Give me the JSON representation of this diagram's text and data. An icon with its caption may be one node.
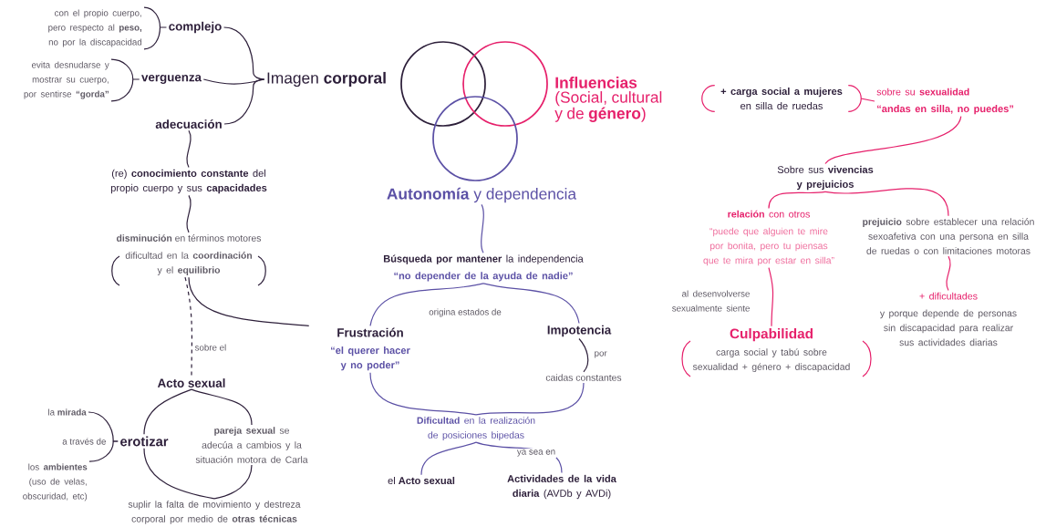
{
  "diagram": {
    "nodes": [
      {
        "text": [
          "Imagen **corporal**"
        ]
      },
      {
        "text": [],
        "shape": "circle"
      },
      {
        "text": [],
        "shape": "circle"
      },
      {
        "text": [],
        "shape": "circle"
      },
      {
        "text": [
          "**Influencias** (Social, cultural y de **género**)"
        ]
      },
      {
        "text": [
          "**Autonomía** y dependencia"
        ]
      },
      {
        "text": [
          "complejo"
        ]
      },
      {
        "text": [
          "con el propio cuerpo, pero respecto al **peso,** no por la discapacidad"
        ]
      },
      {
        "text": [
          "verguenza"
        ]
      },
      {
        "text": [
          "evita desnudarse y mostrar su cuerpo, por sentirse **“gorda”**"
        ]
      },
      {
        "text": [
          "adecuación"
        ]
      },
      {
        "text": [
          "(re) **conocimiento constante** del propio cuerpo y sus **capacidades**"
        ]
      },
      {
        "text": [
          "**disminución** en términos motores"
        ]
      },
      {
        "text": [
          "dificultad en la **coordinación** y el **equilibrio**"
        ]
      },
      {
        "text": [
          "Acto sexual"
        ]
      },
      {
        "text": [
          "erotizar"
        ]
      },
      {
        "text": [
          "la **mirada**"
        ]
      },
      {
        "text": [
          "los **ambientes** (uso de velas, obscuridad, etc)"
        ]
      },
      {
        "text": [
          "**pareja sexual** se adecúa a cambios y la situación motora de Carla"
        ]
      },
      {
        "text": [
          "suplir la falta de movimiento y destreza corporal por medio de **otras técnicas**"
        ]
      },
      {
        "text": [
          "**Búsqueda por mantener** la independencia",
          "“no depender de la ayuda de nadie”"
        ]
      },
      {
        "text": [
          "Frustración",
          "“el querer hacer y no poder”"
        ]
      },
      {
        "text": [
          "Impotencia"
        ]
      },
      {
        "text": [
          "caidas constantes"
        ]
      },
      {
        "text": [
          "**Dificultad** en la realización de posiciones bipedas"
        ]
      },
      {
        "text": [
          "el **Acto sexual**"
        ]
      },
      {
        "text": [
          "**Actividades de la vida diaria** (AVDb y AVDi)"
        ]
      },
      {
        "text": [
          "**+ carga social a mujeres** en silla de ruedas"
        ]
      },
      {
        "text": [
          "sobre su **sexualidad**",
          "“andas en silla, no puedes”"
        ]
      },
      {
        "text": [
          "Sobre sus **vivencias y prejuicios**"
        ]
      },
      {
        "text": [
          "**relación** con otros",
          "“puede que alguien te mire por bonita, pero tu piensas que te mira por estar en silla”"
        ]
      },
      {
        "text": [
          "**prejuicio** sobre establecer una relación sexoafetiva con una persona en silla de ruedas o con limitaciones motoras"
        ]
      },
      {
        "text": [
          "Culpabilidad",
          "carga social y tabú sobre sexualidad + género + discapacidad"
        ]
      },
      {
        "text": [
          "+ dificultades",
          "y porque depende de personas sin discapacidad para realizar sus actividades diarias"
        ]
      }
    ],
    "edges": [
      {
        "from": 7,
        "to": 6,
        "arrow": "none"
      },
      {
        "from": 9,
        "to": 8,
        "arrow": "none"
      },
      {
        "from": 6,
        "to": 0,
        "arrow": "none"
      },
      {
        "from": 8,
        "to": 0,
        "arrow": "none"
      },
      {
        "from": 10,
        "to": 0,
        "arrow": "none"
      },
      {
        "from": 10,
        "to": 11,
        "arrow": "none"
      },
      {
        "from": 11,
        "to": 12,
        "arrow": "none"
      },
      {
        "from": 13,
        "to": 21,
        "arrow": "none"
      },
      {
        "from": 13,
        "to": 14,
        "arrow": "none",
        "style": "dashed",
        "label": "sobre el"
      },
      {
        "from": 14,
        "to": 15,
        "arrow": "none"
      },
      {
        "from": 14,
        "to": 18,
        "arrow": "none"
      },
      {
        "from": 16,
        "to": 15,
        "arrow": "none",
        "label": "a través de"
      },
      {
        "from": 17,
        "to": 15,
        "arrow": "none"
      },
      {
        "from": 15,
        "to": 19,
        "arrow": "none"
      },
      {
        "from": 18,
        "to": 19,
        "arrow": "none"
      },
      {
        "from": 5,
        "to": 20,
        "arrow": "none",
        "color": "#5b50a5"
      },
      {
        "from": 20,
        "to": 21,
        "arrow": "none",
        "color": "#5b50a5",
        "label": "origina estados de"
      },
      {
        "from": 20,
        "to": 22,
        "arrow": "none",
        "color": "#5b50a5"
      },
      {
        "from": 21,
        "to": 24,
        "arrow": "none",
        "color": "#5b50a5"
      },
      {
        "from": 23,
        "to": 24,
        "arrow": "none",
        "color": "#5b50a5"
      },
      {
        "from": 22,
        "to": 23,
        "arrow": "none",
        "label": "por"
      },
      {
        "from": 24,
        "to": 25,
        "arrow": "none",
        "color": "#5b50a5"
      },
      {
        "from": 24,
        "to": 26,
        "arrow": "none",
        "color": "#5b50a5",
        "label": "ya sea en"
      },
      {
        "from": 27,
        "to": 28,
        "arrow": "none",
        "color": "#e6206b"
      },
      {
        "from": 28,
        "to": 29,
        "arrow": "none",
        "color": "#e6206b"
      },
      {
        "from": 29,
        "to": 30,
        "arrow": "none",
        "color": "#e6206b"
      },
      {
        "from": 29,
        "to": 31,
        "arrow": "none",
        "color": "#e6206b"
      },
      {
        "from": 30,
        "to": 32,
        "arrow": "none",
        "color": "#e6206b",
        "label": "al desenvolverse sexualmente siente"
      },
      {
        "from": 31,
        "to": 33,
        "arrow": "none",
        "color": "#e6206b"
      }
    ]
  }
}
